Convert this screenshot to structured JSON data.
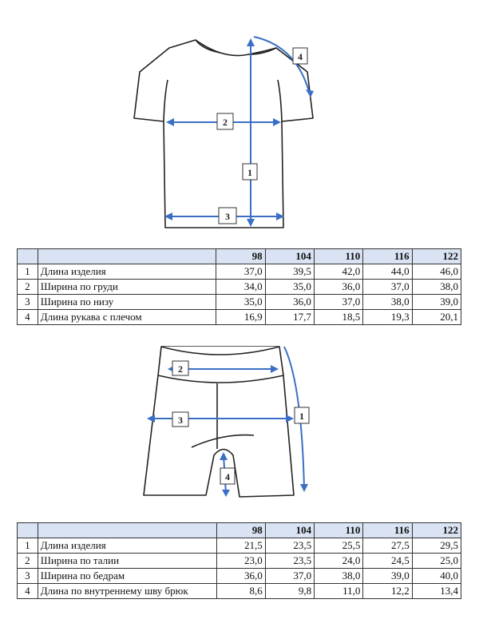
{
  "tshirt": {
    "markers": [
      "1",
      "2",
      "3",
      "4"
    ],
    "table": {
      "sizes": [
        "98",
        "104",
        "110",
        "116",
        "122"
      ],
      "rows": [
        {
          "index": "1",
          "label": "Длина изделия",
          "values": [
            "37,0",
            "39,5",
            "42,0",
            "44,0",
            "46,0"
          ]
        },
        {
          "index": "2",
          "label": "Ширина по груди",
          "values": [
            "34,0",
            "35,0",
            "36,0",
            "37,0",
            "38,0"
          ]
        },
        {
          "index": "3",
          "label": "Ширина по низу",
          "values": [
            "35,0",
            "36,0",
            "37,0",
            "38,0",
            "39,0"
          ]
        },
        {
          "index": "4",
          "label": "Длина рукава с плечом",
          "values": [
            "16,9",
            "17,7",
            "18,5",
            "19,3",
            "20,1"
          ]
        }
      ]
    }
  },
  "shorts": {
    "markers": [
      "1",
      "2",
      "3",
      "4"
    ],
    "table": {
      "sizes": [
        "98",
        "104",
        "110",
        "116",
        "122"
      ],
      "rows": [
        {
          "index": "1",
          "label": "Длина изделия",
          "values": [
            "21,5",
            "23,5",
            "25,5",
            "27,5",
            "29,5"
          ]
        },
        {
          "index": "2",
          "label": "Ширина по талии",
          "values": [
            "23,0",
            "23,5",
            "24,0",
            "24,5",
            "25,0"
          ]
        },
        {
          "index": "3",
          "label": "Ширина по бедрам",
          "values": [
            "36,0",
            "37,0",
            "38,0",
            "39,0",
            "40,0"
          ]
        },
        {
          "index": "4",
          "label": "Длина по внутреннему шву брюк",
          "values": [
            "8,6",
            "9,8",
            "11,0",
            "12,2",
            "13,4"
          ]
        }
      ]
    }
  },
  "colors": {
    "measure": "#3a6fc4",
    "header_bg": "#dae3f3"
  }
}
